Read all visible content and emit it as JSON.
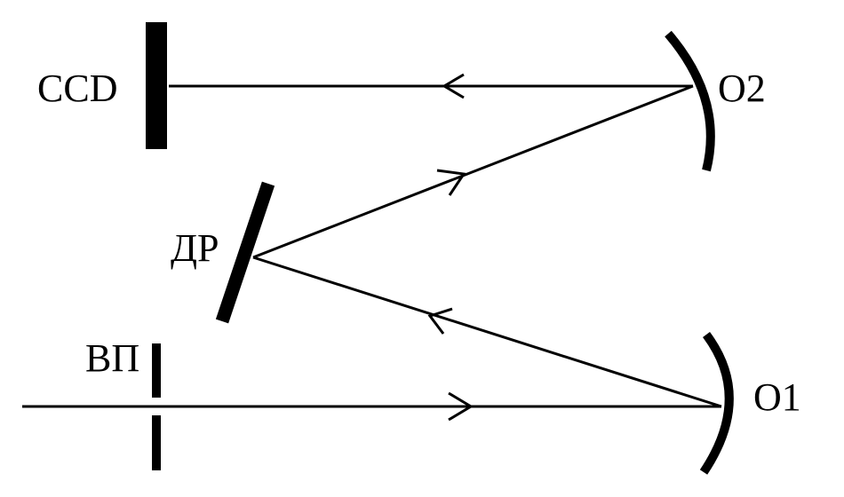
{
  "labels": {
    "ccd": "CCD",
    "o2": "O2",
    "dr": "ДР",
    "vp": "ВП",
    "o1": "O1"
  },
  "components": [
    {
      "name": "CCD",
      "type": "detector"
    },
    {
      "name": "O2",
      "type": "concave-mirror"
    },
    {
      "name": "ДР",
      "type": "diffraction-grating"
    },
    {
      "name": "ВП",
      "type": "entrance-slit"
    },
    {
      "name": "O1",
      "type": "concave-mirror"
    }
  ],
  "beam_path": [
    "ВП",
    "O1",
    "ДР",
    "O2",
    "CCD"
  ],
  "colors": {
    "ink": "#000000",
    "background": "#ffffff"
  }
}
